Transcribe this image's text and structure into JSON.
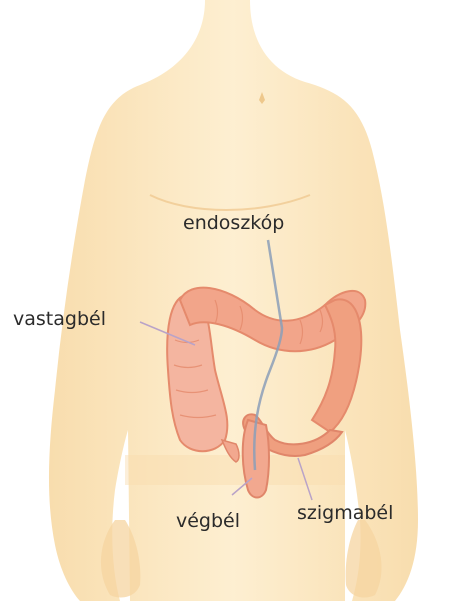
{
  "labels": {
    "endoscope": "endoszkóp",
    "colon": "vastagbél",
    "rectum": "végbél",
    "sigmoid": "szigmabél"
  },
  "colors": {
    "skin": "#fbe3b6",
    "skin_shadow": "#f6cf8f",
    "colon": "#f2a58a",
    "colon_dark": "#e58a6c",
    "leader_line": "#b9a3c8",
    "text": "#2b2b2b"
  }
}
